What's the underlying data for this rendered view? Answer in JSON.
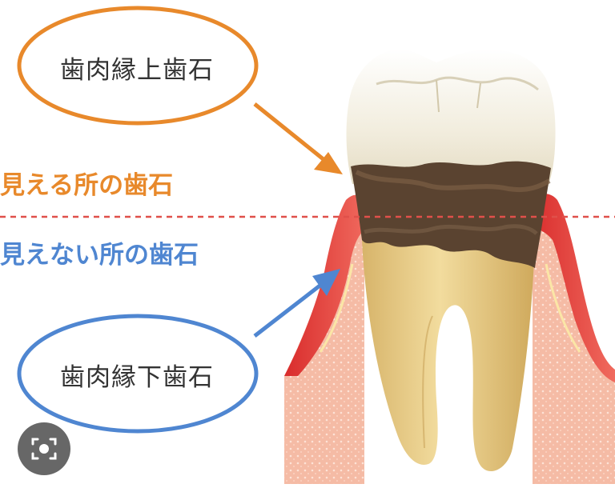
{
  "labels": {
    "upper_bubble": "歯肉縁上歯石",
    "lower_bubble": "歯肉縁下歯石",
    "visible": "見える所の歯石",
    "hidden": "見えない所の歯石"
  },
  "colors": {
    "orange": "#e8892b",
    "blue": "#4f86d1",
    "gum_red": "#e23c3c",
    "gum_pink": "#f7c3b0",
    "tartar": "#5a4330",
    "crown": "#f5f1e4",
    "root": "#e8cf8c"
  },
  "icons": {
    "search_lens": "lens-search-icon"
  }
}
